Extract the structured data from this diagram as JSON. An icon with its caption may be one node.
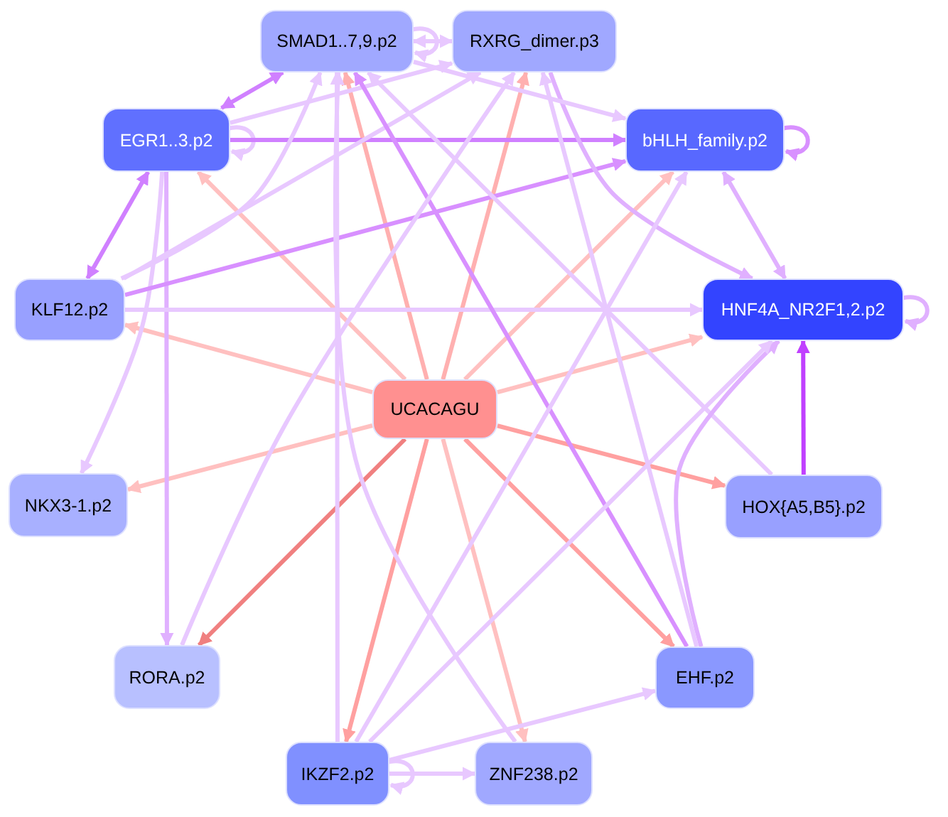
{
  "diagram": {
    "nodes": [
      {
        "text": [
          "SMAD1..7,9.p2"
        ]
      },
      {
        "text": [
          "RXRG_dimer.p3"
        ]
      },
      {
        "text": [
          "EGR1..3.p2"
        ]
      },
      {
        "text": [
          "bHLH_family.p2"
        ]
      },
      {
        "text": [
          "KLF12.p2"
        ]
      },
      {
        "text": [
          "HNF4A_NR2F1,2.p2"
        ]
      },
      {
        "text": [
          "UCACAGU"
        ]
      },
      {
        "text": [
          "NKX3-1.p2"
        ]
      },
      {
        "text": [
          "HOX{A5,B5}.p2"
        ]
      },
      {
        "text": [
          "RORA.p2"
        ]
      },
      {
        "text": [
          "EHF.p2"
        ]
      },
      {
        "text": [
          "IKZF2.p2"
        ]
      },
      {
        "text": [
          "ZNF238.p2"
        ]
      }
    ],
    "edges": [
      {
        "from": 6,
        "to": 0,
        "arrow": "to",
        "color": "#ffb0b0"
      },
      {
        "from": 6,
        "to": 1,
        "arrow": "to",
        "color": "#ffb0b0"
      },
      {
        "from": 6,
        "to": 2,
        "arrow": "to",
        "color": "#ffc0c0"
      },
      {
        "from": 6,
        "to": 3,
        "arrow": "to",
        "color": "#ffc0c0"
      },
      {
        "from": 6,
        "to": 4,
        "arrow": "to",
        "color": "#ffc0c0"
      },
      {
        "from": 6,
        "to": 5,
        "arrow": "to",
        "color": "#ffc0c0"
      },
      {
        "from": 6,
        "to": 7,
        "arrow": "to",
        "color": "#ffc0c0"
      },
      {
        "from": 6,
        "to": 8,
        "arrow": "to",
        "color": "#ffa0a0"
      },
      {
        "from": 6,
        "to": 9,
        "arrow": "to",
        "color": "#f08080"
      },
      {
        "from": 6,
        "to": 10,
        "arrow": "to",
        "color": "#ffa0a0"
      },
      {
        "from": 6,
        "to": 11,
        "arrow": "to",
        "color": "#ffa0a0"
      },
      {
        "from": 6,
        "to": 12,
        "arrow": "to",
        "color": "#ffc0c0"
      },
      {
        "from": 0,
        "to": 1,
        "arrow": "both"
      },
      {
        "from": 0,
        "to": 0,
        "arrow": "to"
      },
      {
        "from": 2,
        "to": 0,
        "arrow": "both",
        "color": "#d080ff"
      },
      {
        "from": 2,
        "to": 2,
        "arrow": "to"
      },
      {
        "from": 2,
        "to": 3,
        "arrow": "to",
        "color": "#d080ff"
      },
      {
        "from": 2,
        "to": 4,
        "arrow": "both",
        "color": "#d080ff"
      },
      {
        "from": 2,
        "to": 9,
        "arrow": "to",
        "color": "#e0b0ff"
      },
      {
        "from": 2,
        "to": 7,
        "arrow": "to"
      },
      {
        "from": 4,
        "to": 3,
        "arrow": "to",
        "color": "#d890ff"
      },
      {
        "from": 4,
        "to": 5,
        "arrow": "to"
      },
      {
        "from": 4,
        "to": 0,
        "arrow": "to"
      },
      {
        "from": 4,
        "to": 1,
        "arrow": "to"
      },
      {
        "from": 2,
        "to": 1,
        "arrow": "to"
      },
      {
        "from": 3,
        "to": 3,
        "arrow": "to",
        "color": "#d890ff"
      },
      {
        "from": 3,
        "to": 5,
        "arrow": "both",
        "color": "#e0b0ff"
      },
      {
        "from": 5,
        "to": 5,
        "arrow": "to",
        "color": "#e0b0ff"
      },
      {
        "from": 8,
        "to": 5,
        "arrow": "to",
        "color": "#c040ff"
      },
      {
        "from": 1,
        "to": 5,
        "arrow": "to",
        "color": "#e0b0ff"
      },
      {
        "from": 0,
        "to": 3,
        "arrow": "to"
      },
      {
        "from": 8,
        "to": 0,
        "arrow": "to"
      },
      {
        "from": 10,
        "to": 0,
        "arrow": "to",
        "color": "#d890ff"
      },
      {
        "from": 10,
        "to": 1,
        "arrow": "to"
      },
      {
        "from": 10,
        "to": 5,
        "arrow": "to",
        "color": "#e0b0ff"
      },
      {
        "from": 11,
        "to": 0,
        "arrow": "to"
      },
      {
        "from": 11,
        "to": 3,
        "arrow": "to"
      },
      {
        "from": 11,
        "to": 5,
        "arrow": "to"
      },
      {
        "from": 11,
        "to": 10,
        "arrow": "to"
      },
      {
        "from": 11,
        "to": 12,
        "arrow": "to"
      },
      {
        "from": 11,
        "to": 11,
        "arrow": "to"
      },
      {
        "from": 9,
        "to": 1,
        "arrow": "to"
      },
      {
        "from": 12,
        "to": 0,
        "arrow": "to"
      }
    ]
  }
}
